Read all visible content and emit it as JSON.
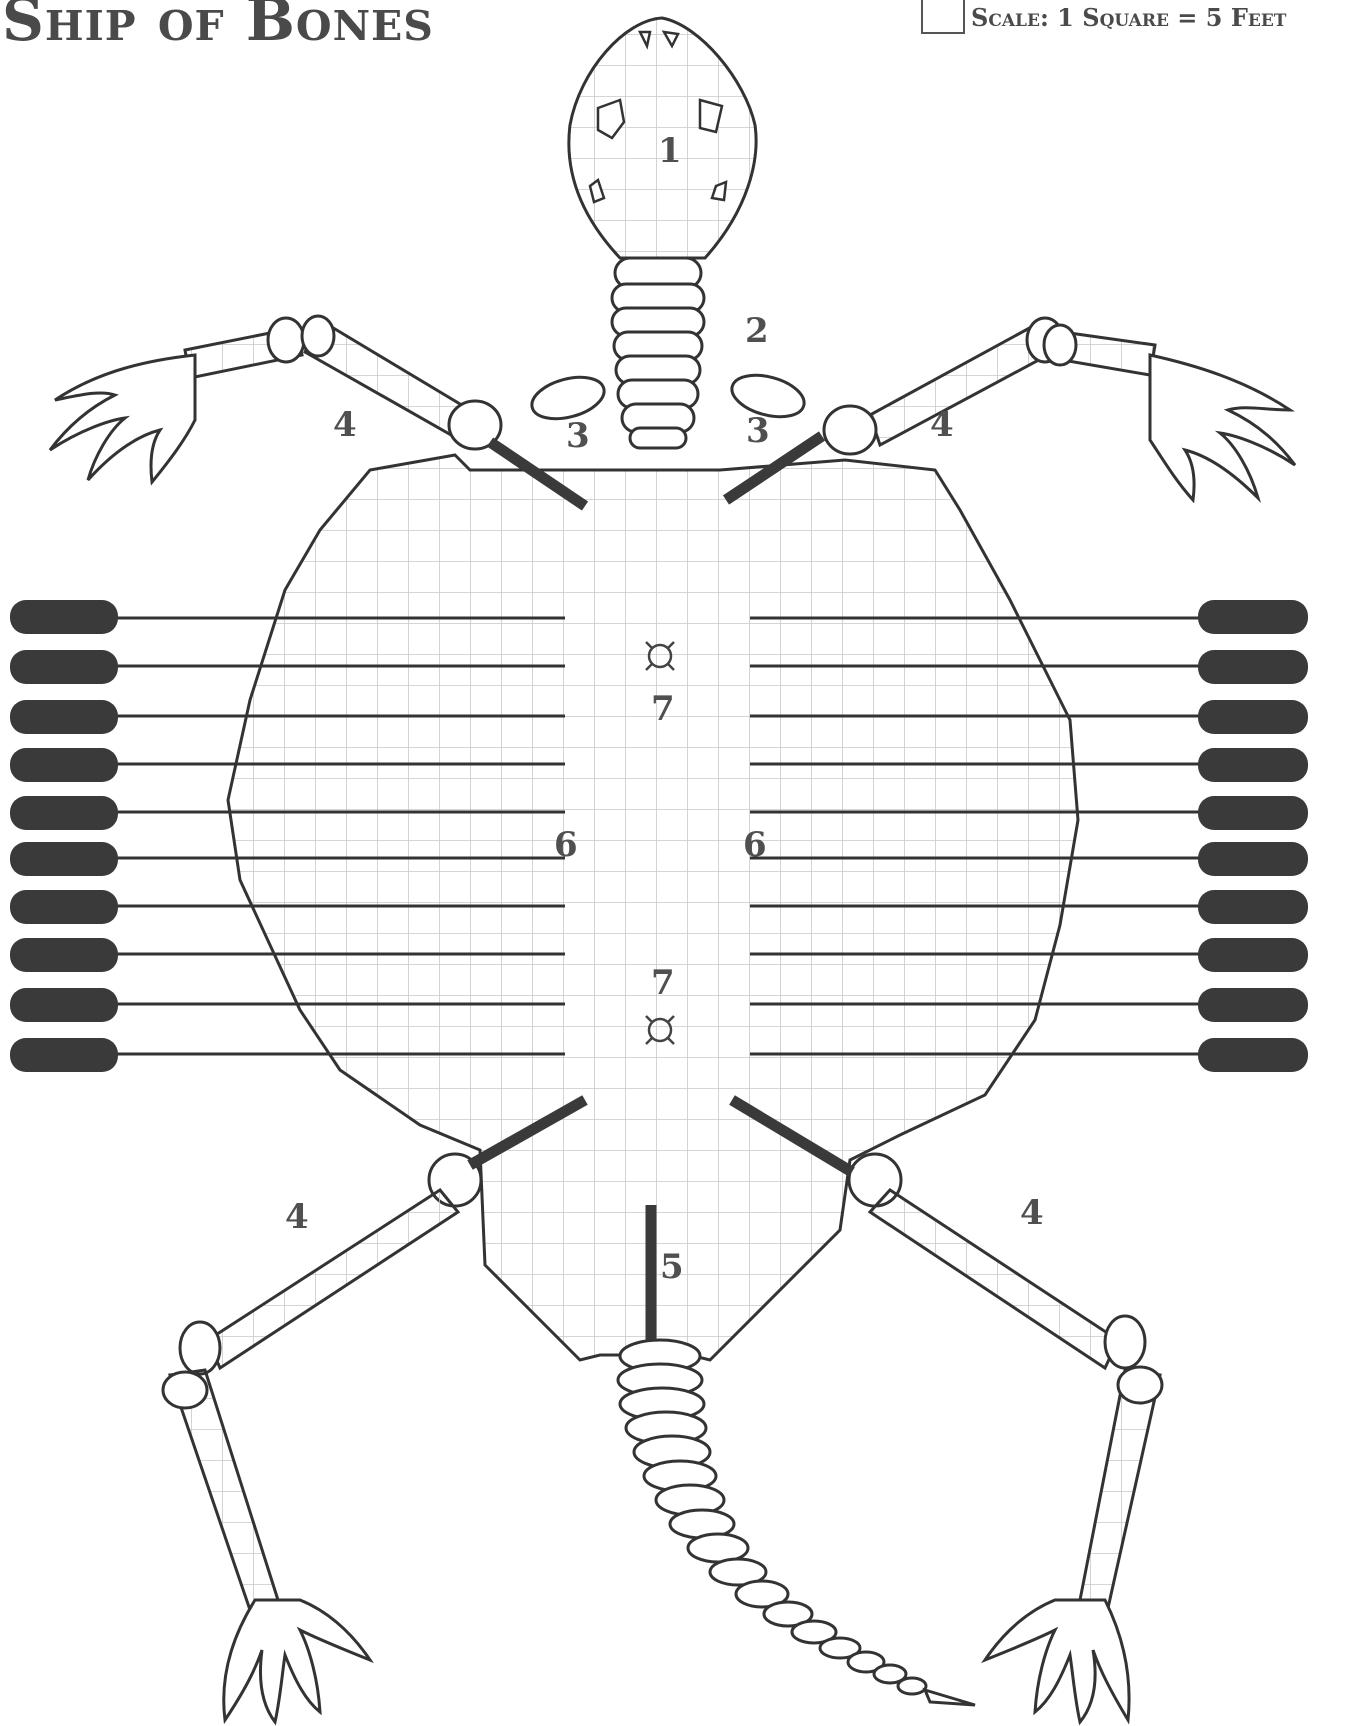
{
  "title": "Ship of Bones",
  "scale": "Scale: 1 Square = 5 Feet",
  "labels": {
    "area_1": "1",
    "area_2": "2",
    "area_3_left": "3",
    "area_3_right": "3",
    "area_4_upper_left": "4",
    "area_4_upper_right": "4",
    "area_4_lower_left": "4",
    "area_4_lower_right": "4",
    "area_5": "5",
    "area_6_left": "6",
    "area_6_right": "6",
    "area_7_upper": "7",
    "area_7_lower": "7"
  },
  "colors": {
    "ink": "#333333",
    "grid": "#c8c8c8",
    "oar": "#3a3a3a",
    "paper": "#ffffff"
  }
}
